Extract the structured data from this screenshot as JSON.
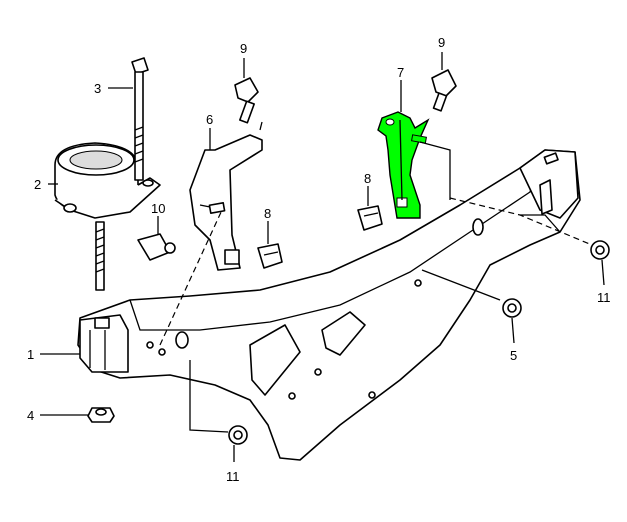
{
  "diagram": {
    "highlight_color": "#00ff00",
    "callouts": {
      "p1": "1",
      "p2": "2",
      "p3": "3",
      "p4": "4",
      "p5": "5",
      "p6": "6",
      "p7": "7",
      "p8a": "8",
      "p8b": "8",
      "p9a": "9",
      "p9b": "9",
      "p10": "10",
      "p11a": "11",
      "p11b": "11"
    }
  }
}
